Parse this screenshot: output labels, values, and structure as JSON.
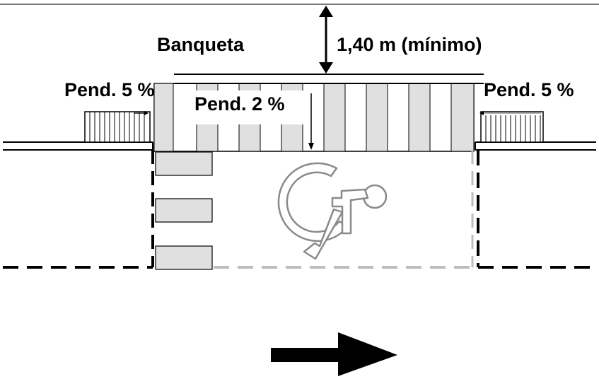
{
  "labels": {
    "banqueta": "Banqueta",
    "min_width": "1,40 m (mínimo)",
    "slope_left": "Pend. 5 %",
    "slope_center": "Pend. 2 %",
    "slope_right": "Pend. 5 %"
  },
  "icons": {
    "accessibility": "wheelchair-symbol-icon",
    "direction": "right-arrow-icon"
  },
  "colors": {
    "stripe_fill": "#e0e0e0",
    "line": "#000000",
    "dash_gray": "#bdbdbd",
    "symbol_fill": "#ffffff",
    "symbol_stroke": "#8a8a8a"
  }
}
